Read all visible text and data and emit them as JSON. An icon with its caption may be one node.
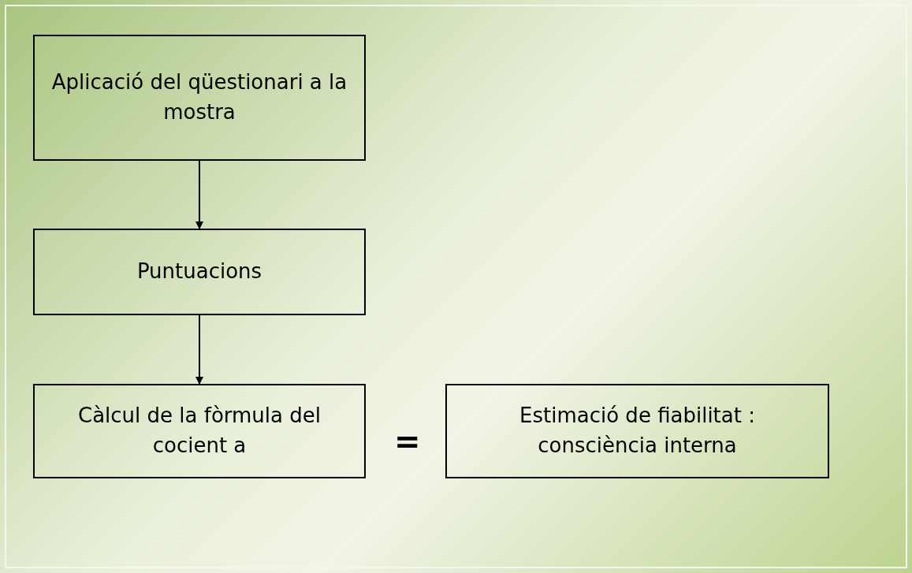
{
  "diagram": {
    "nodes": [
      {
        "text": [
          "Aplicació del qüestionari a la mostra"
        ]
      },
      {
        "text": [
          "Puntuacions"
        ]
      },
      {
        "text": [
          "Càlcul de la fòrmula del cocient a"
        ]
      },
      {
        "text": [
          "Estimació de fiabilitat : consciència interna"
        ]
      }
    ],
    "edges": [
      {
        "from": 0,
        "to": 1,
        "arrow": "to"
      },
      {
        "from": 1,
        "to": 2,
        "arrow": "to"
      }
    ],
    "labels": [
      "="
    ]
  }
}
